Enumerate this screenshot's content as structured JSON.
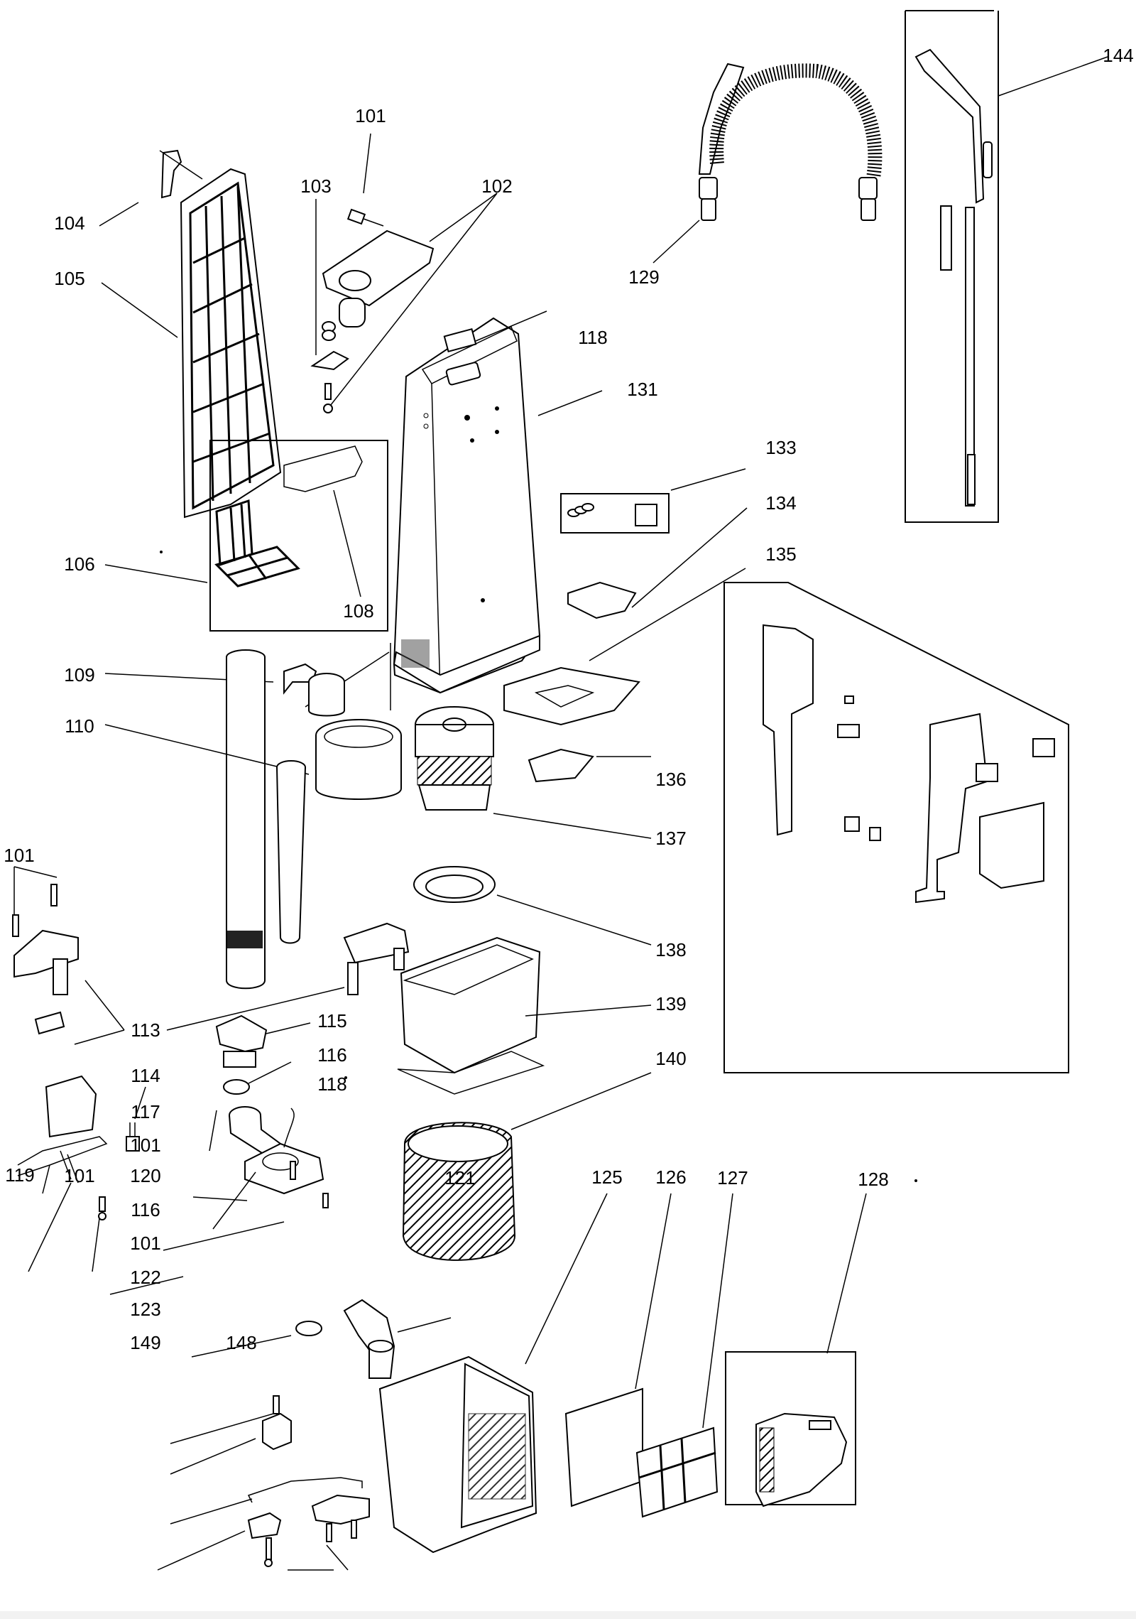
{
  "diagram": {
    "title": "Upright vacuum cleaner exploded parts diagram",
    "labels": [
      {
        "id": "l101a",
        "text": "101"
      },
      {
        "id": "l102",
        "text": "102"
      },
      {
        "id": "l103",
        "text": "103"
      },
      {
        "id": "l104",
        "text": "104"
      },
      {
        "id": "l105",
        "text": "105"
      },
      {
        "id": "l106",
        "text": "106"
      },
      {
        "id": "l108",
        "text": "108"
      },
      {
        "id": "l109",
        "text": "109"
      },
      {
        "id": "l110",
        "text": "110"
      },
      {
        "id": "l101b",
        "text": "101"
      },
      {
        "id": "l113",
        "text": "113"
      },
      {
        "id": "l114",
        "text": "114"
      },
      {
        "id": "l115",
        "text": "115"
      },
      {
        "id": "l116a",
        "text": "116"
      },
      {
        "id": "l117",
        "text": "117"
      },
      {
        "id": "l118a",
        "text": "118"
      },
      {
        "id": "l101c",
        "text": "101"
      },
      {
        "id": "l119",
        "text": "119"
      },
      {
        "id": "l101d",
        "text": "101"
      },
      {
        "id": "l120",
        "text": "120"
      },
      {
        "id": "l121",
        "text": "121"
      },
      {
        "id": "l116b",
        "text": "116"
      },
      {
        "id": "l101e",
        "text": "101"
      },
      {
        "id": "l122",
        "text": "122"
      },
      {
        "id": "l123",
        "text": "123"
      },
      {
        "id": "l149",
        "text": "149"
      },
      {
        "id": "l148",
        "text": "148"
      },
      {
        "id": "l125",
        "text": "125"
      },
      {
        "id": "l126",
        "text": "126"
      },
      {
        "id": "l127",
        "text": "127"
      },
      {
        "id": "l128",
        "text": "128"
      },
      {
        "id": "l129",
        "text": "129"
      },
      {
        "id": "l144",
        "text": "144"
      },
      {
        "id": "l118b",
        "text": "118"
      },
      {
        "id": "l131",
        "text": "131"
      },
      {
        "id": "l133",
        "text": "133"
      },
      {
        "id": "l134",
        "text": "134"
      },
      {
        "id": "l135",
        "text": "135"
      },
      {
        "id": "l136",
        "text": "136"
      },
      {
        "id": "l137",
        "text": "137"
      },
      {
        "id": "l138",
        "text": "138"
      },
      {
        "id": "l139",
        "text": "139"
      },
      {
        "id": "l140",
        "text": "140"
      }
    ]
  }
}
